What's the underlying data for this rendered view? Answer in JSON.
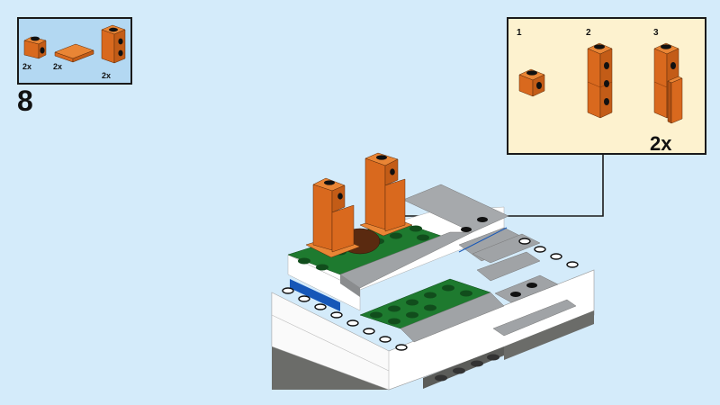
{
  "step": {
    "number": "8"
  },
  "parts_list": {
    "items": [
      {
        "part": "brick-1x1-with-side-stud",
        "color": "orange",
        "qty": "2x"
      },
      {
        "part": "tile-1x2",
        "color": "orange",
        "qty": "2x"
      },
      {
        "part": "brick-1x1x2-with-side-studs",
        "color": "orange",
        "qty": "2x"
      }
    ]
  },
  "callout": {
    "substeps": [
      {
        "label": "1"
      },
      {
        "label": "2"
      },
      {
        "label": "3"
      }
    ],
    "multiplier": "2x"
  },
  "colors": {
    "background": "#d4ebfa",
    "parts_list_bg": "#b3d8f2",
    "callout_bg": "#fdf2cf",
    "orange": "#dd6f22",
    "green": "#1e7a2f",
    "gray": "#a0a3a6",
    "dark_gray": "#6b6c69",
    "white": "#ffffff",
    "blue": "#1657b8",
    "brown": "#5a2a10"
  }
}
